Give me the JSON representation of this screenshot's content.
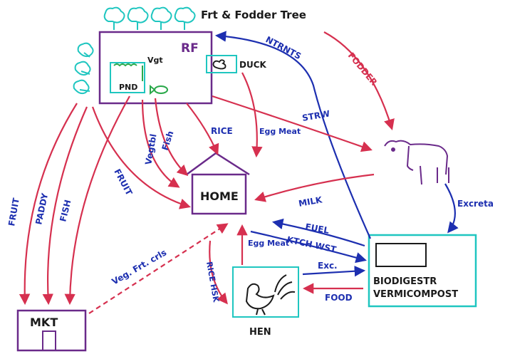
{
  "nodes": {
    "tree_label": "Frt & Fodder Tree",
    "rf": "RF",
    "vgt": "Vgt",
    "pnd": "PND",
    "duck": "DUCK",
    "home": "HOME",
    "mkt": "MKT",
    "hen": "HEN",
    "biodigester": "BIODIGESTR",
    "vermicompost": "VERMICOMPOST"
  },
  "flows": {
    "ntrnts": "NTRNTS",
    "fodder": "FODDER",
    "strw": "STRW",
    "rice": "RICE",
    "egg_meat_duck": "Egg Meat",
    "vegtbl": "Vegtbl",
    "fish_home": "Fish",
    "fruit_home": "FRUIT",
    "fruit_mkt": "FRUIT",
    "paddy_mkt": "PADDY",
    "fish_mkt": "FISH",
    "milk": "MILK",
    "excreta": "Excreta",
    "fuel": "FUEL",
    "ktch_wst": "KTCH WST",
    "egg_meat_hen": "Egg Meat",
    "rice_hsk": "RICE HSK",
    "exc": "Exc.",
    "food": "FOOD",
    "veg_frt_crls": "Veg. Frt. crls"
  },
  "colors": {
    "arrow_red": "#d6304f",
    "arrow_blue": "#1d2fb0",
    "box_purple": "#6a2a8a",
    "pink": "#e06aa6",
    "cyan": "#1fc6c0",
    "green": "#2aa84a",
    "ink": "#1a1a1a"
  }
}
